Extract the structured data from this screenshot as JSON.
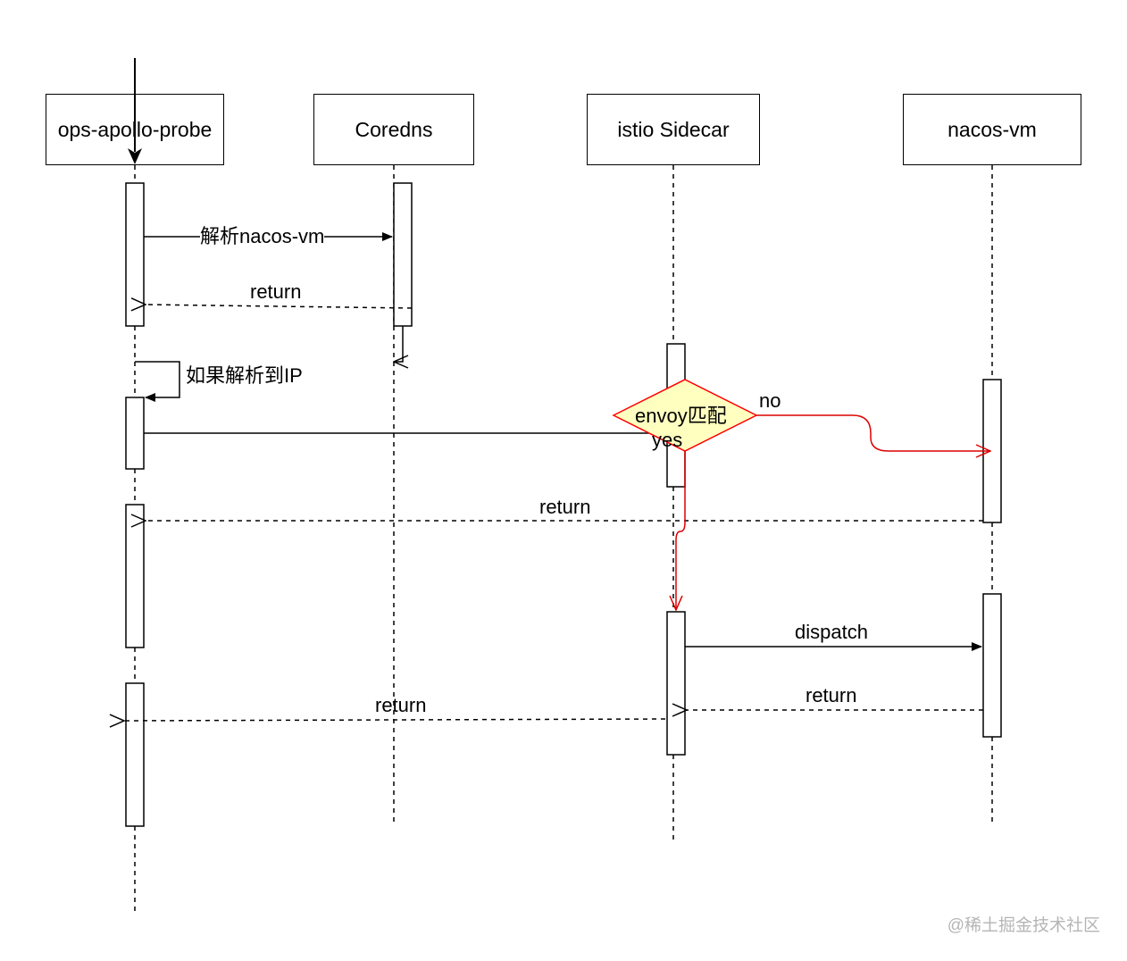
{
  "participants": {
    "probe": "ops-apollo-probe",
    "coredns": "Coredns",
    "sidecar": "istio Sidecar",
    "nacos": "nacos-vm"
  },
  "messages": {
    "resolve": "解析nacos-vm",
    "return_dns": "return",
    "self_if_resolved": "如果解析到IP",
    "return_nacos": "return",
    "dispatch": "dispatch",
    "return_dispatch": "return",
    "return_sidecar": "return"
  },
  "decision": {
    "label": "envoy匹配",
    "yes": "yes",
    "no": "no"
  },
  "colors": {
    "line": "#000000",
    "decision_fill": "#ffffc0",
    "decision_stroke": "#ff0000",
    "branch": "#dd0000"
  },
  "watermark": "@稀土掘金技术社区"
}
